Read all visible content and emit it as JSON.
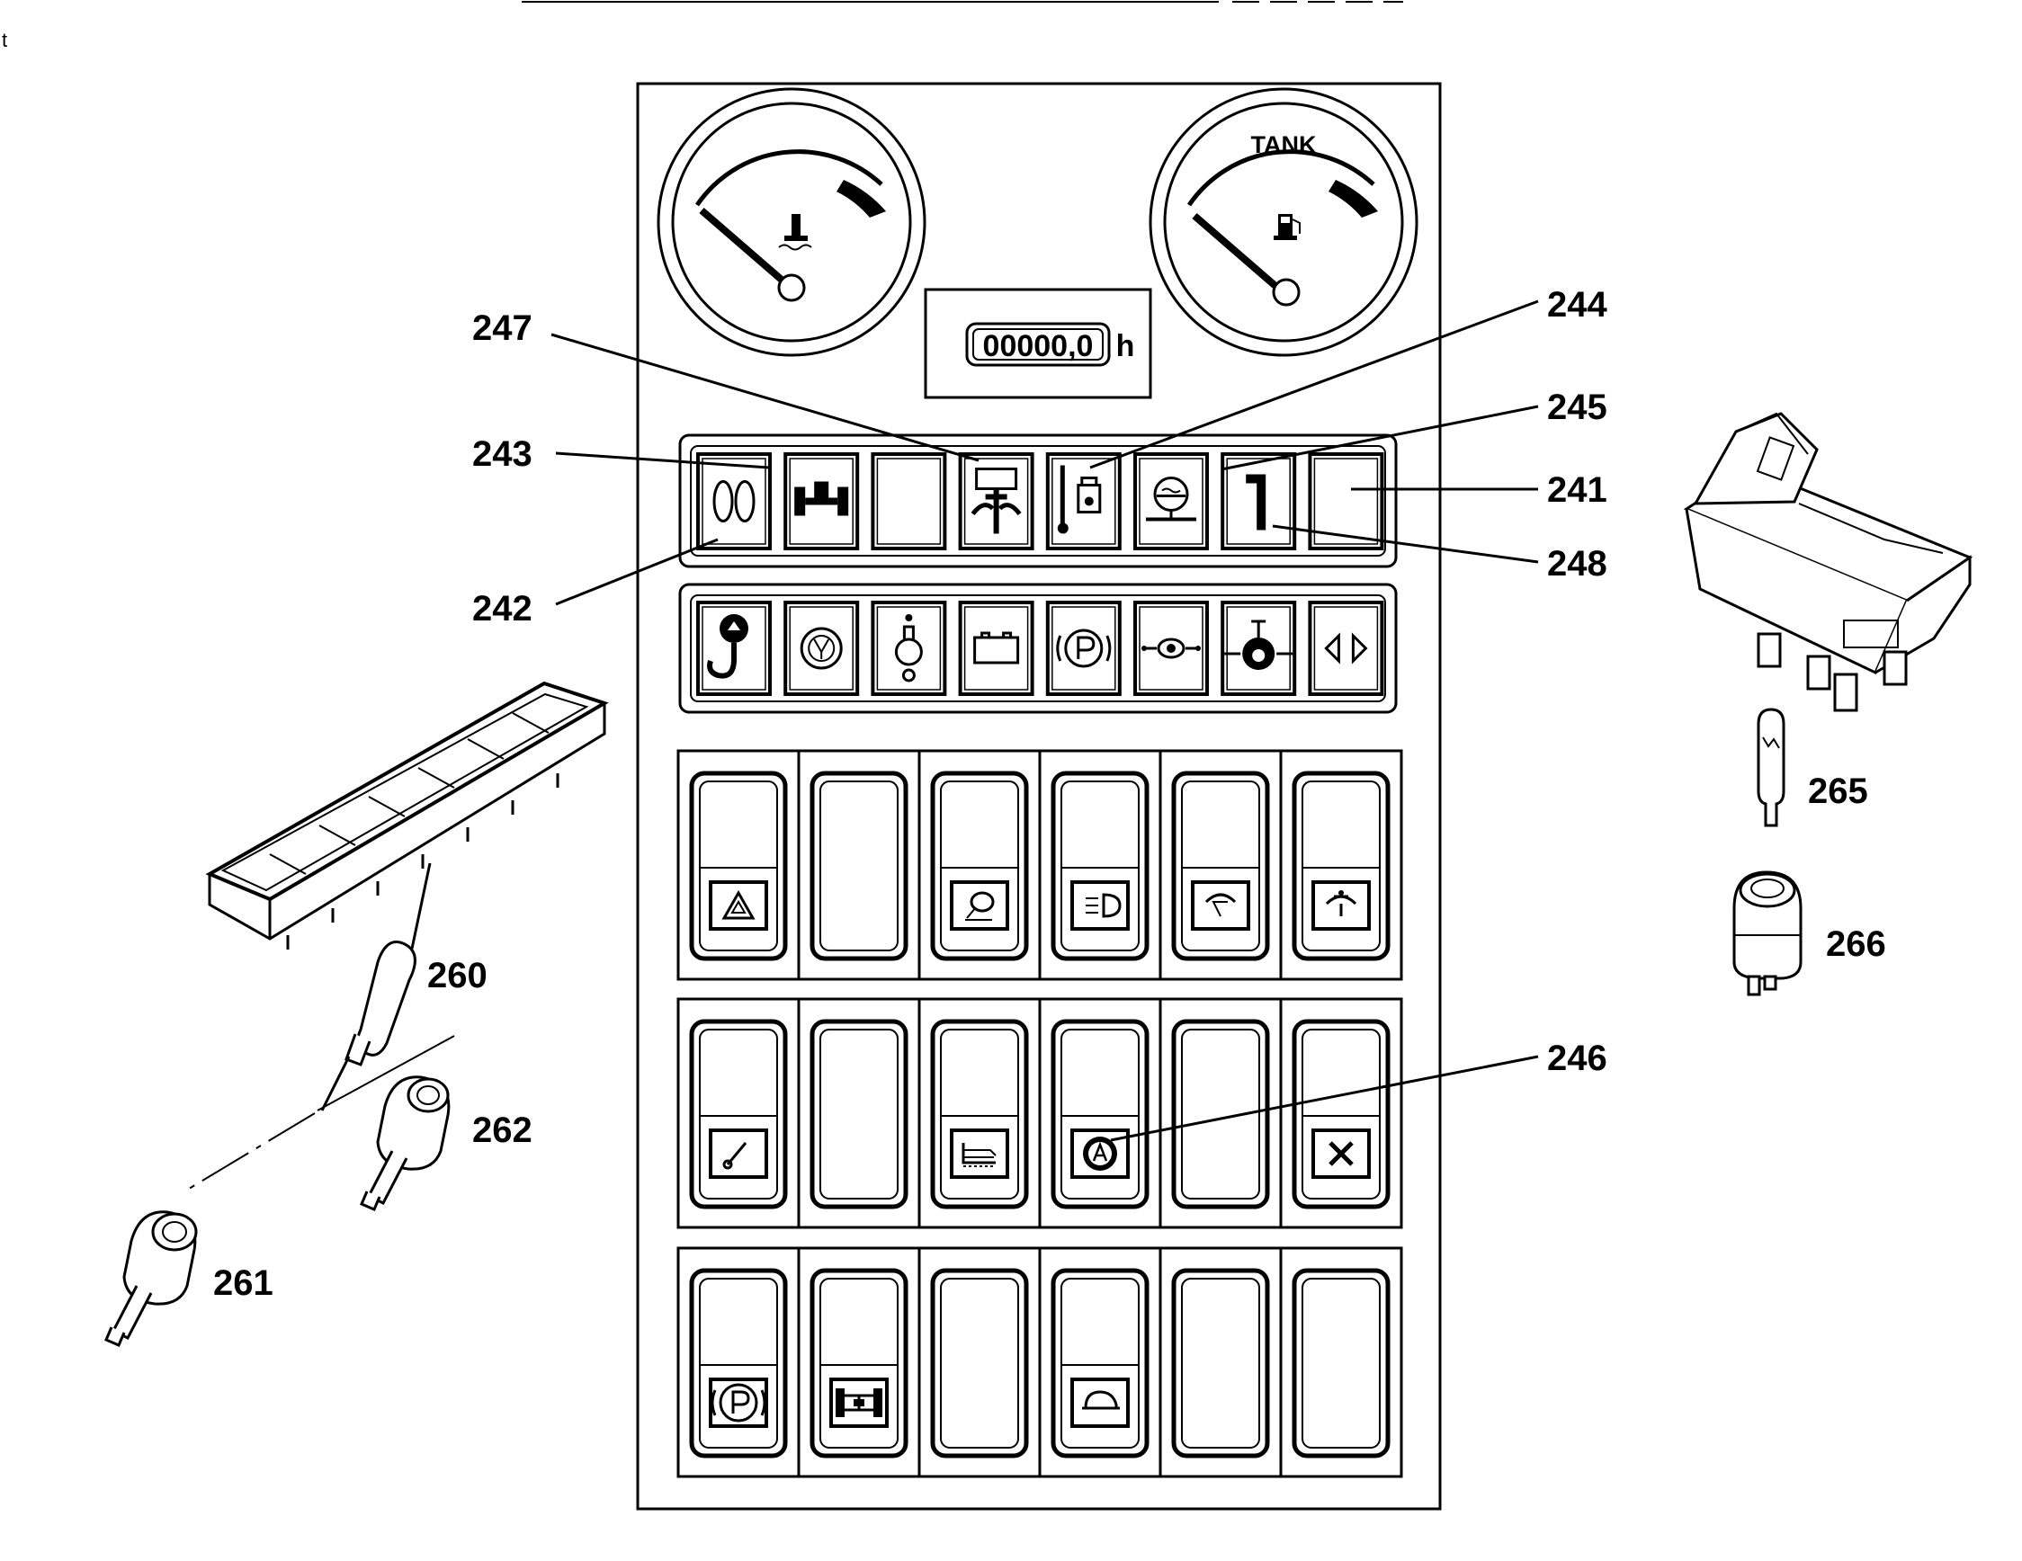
{
  "gauges": {
    "left": {
      "icon": "coolant-temperature-icon"
    },
    "right": {
      "label": "TANK",
      "icon": "fuel-pump-icon"
    }
  },
  "hour_meter": {
    "value": "00000,0",
    "unit": "h"
  },
  "callouts": {
    "c241": "241",
    "c242": "242",
    "c243": "243",
    "c244": "244",
    "c245": "245",
    "c246": "246",
    "c247": "247",
    "c248": "248",
    "c260": "260",
    "c261": "261",
    "c262": "262",
    "c265": "265",
    "c266": "266"
  },
  "indicator_row_1_icons": [
    "glow-plug-icon",
    "axle-icon",
    "blank",
    "hydraulic-pressure-icon",
    "oil-temperature-icon",
    "fluid-level-icon",
    "gear-one-icon",
    "blank"
  ],
  "indicator_row_2_icons": [
    "crane-hook-icon",
    "filter-icon",
    "light-bulb-icon",
    "battery-icon",
    "parking-brake-icon",
    "oil-pressure-icon",
    "engine-oil-icon",
    "turn-signal-icon"
  ],
  "switch_row_1_icons": [
    "hazard-icon",
    "blank",
    "work-light-icon",
    "headlight-icon",
    "wiper-icon",
    "washer-icon"
  ],
  "switch_row_2_icons": [
    "lever-icon",
    "blank",
    "blade-icon",
    "auto-gear-icon",
    "blank",
    "fan-icon"
  ],
  "switch_row_3_icons": [
    "parking-brake-icon",
    "four-wheel-drive-icon",
    "blank",
    "horn-icon",
    "blank",
    "blank"
  ]
}
